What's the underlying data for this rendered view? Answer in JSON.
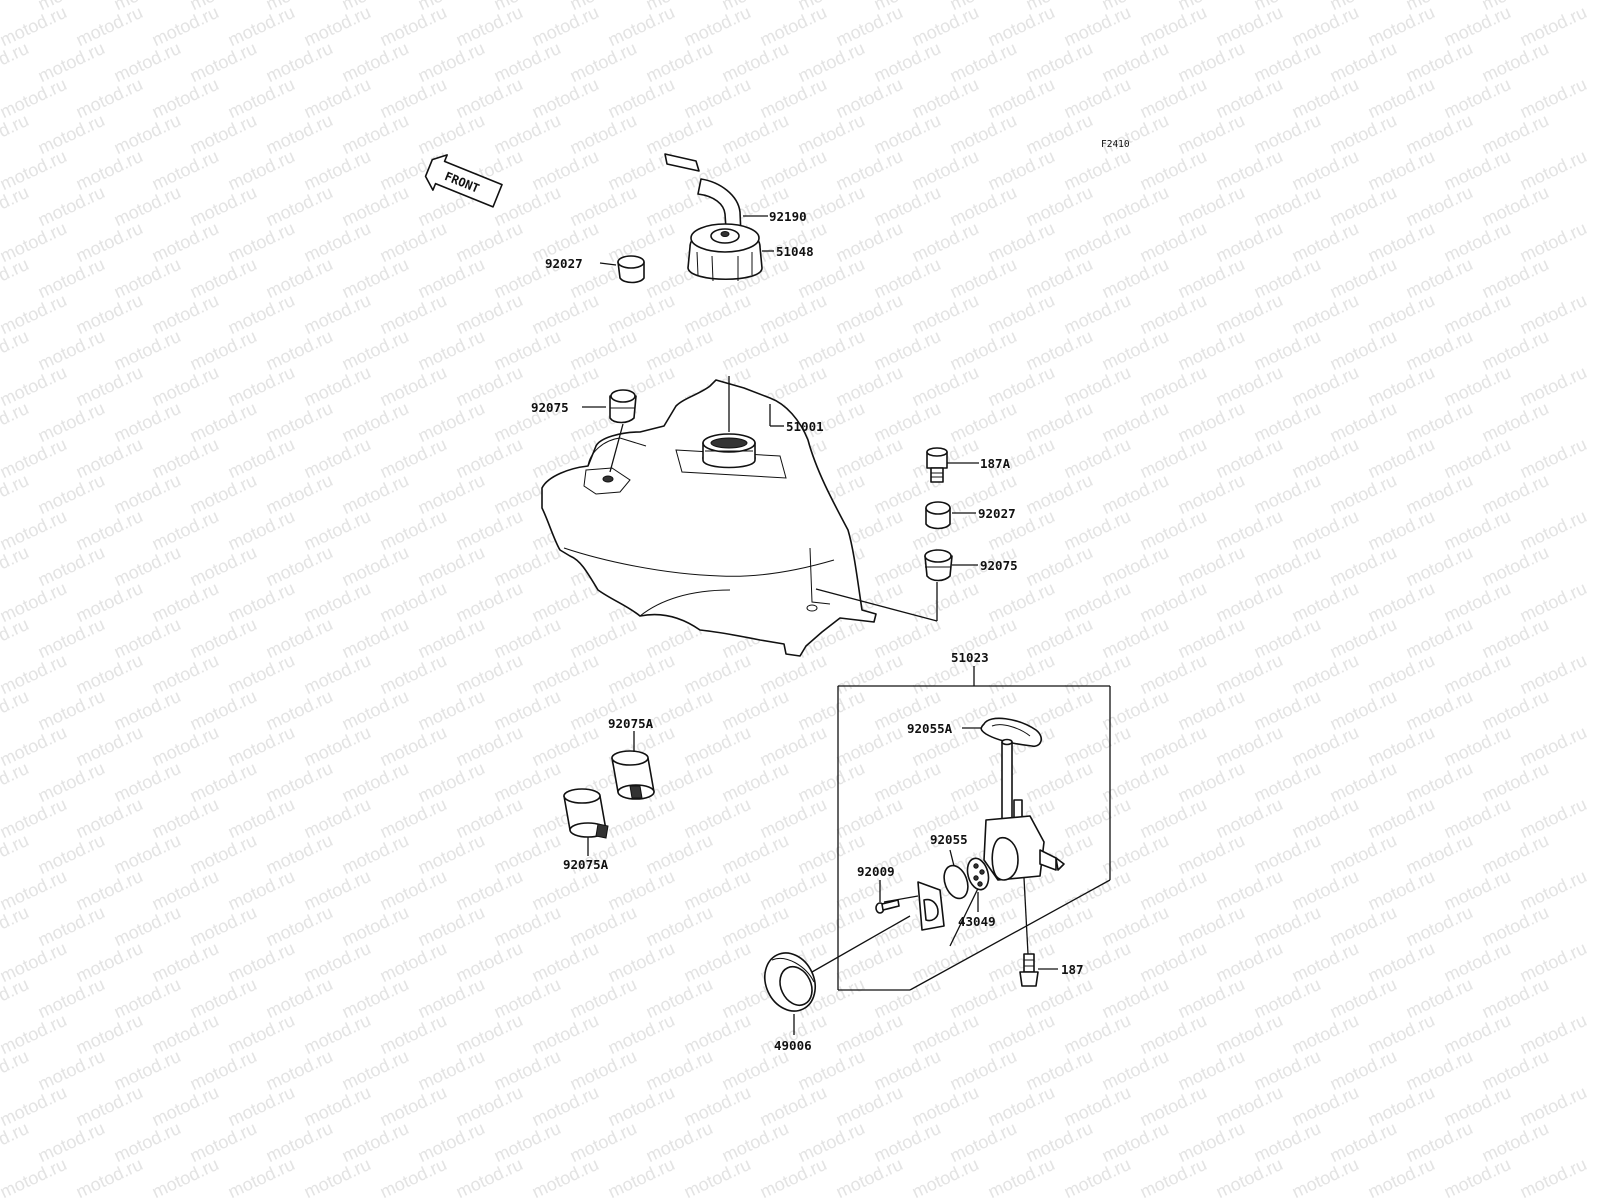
{
  "figure_code": "F2410",
  "front_label": "FRONT",
  "watermark": "motod.ru",
  "labels": {
    "p92190": "92190",
    "p51048": "51048",
    "p92027_left": "92027",
    "p92075_left": "92075",
    "p51001": "51001",
    "p187A": "187A",
    "p92027_right": "92027",
    "p92075_right": "92075",
    "p51023": "51023",
    "p92055A": "92055A",
    "p92075A_top": "92075A",
    "p92075A_bottom": "92075A",
    "p92055": "92055",
    "p92009": "92009",
    "p43049": "43049",
    "p187": "187",
    "p49006": "49006"
  }
}
